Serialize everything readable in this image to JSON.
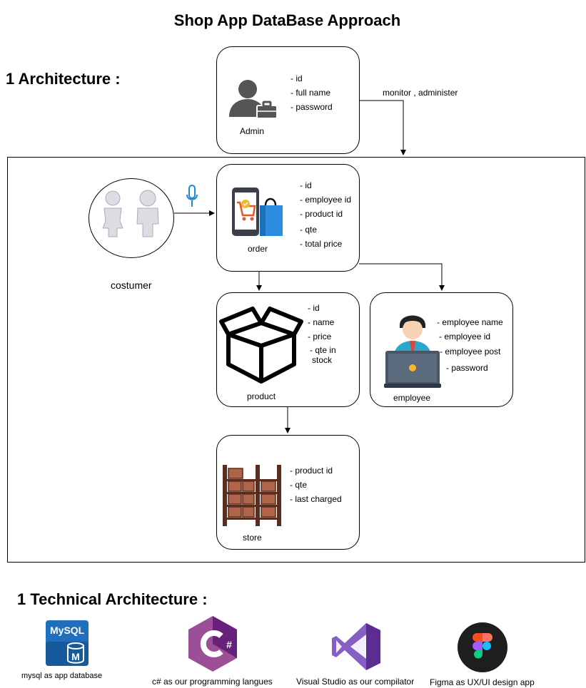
{
  "title": "Shop App DataBase Approach",
  "section1": "1 Architecture :",
  "section2": "1 Technical Architecture :",
  "admin": {
    "caption": "Admin",
    "fields": [
      "- id",
      "- full name",
      "- password"
    ]
  },
  "edge_label": "monitor , administer",
  "customer": {
    "caption": "costumer"
  },
  "order": {
    "caption": "order",
    "fields": [
      "- id",
      "- employee id",
      "- product id",
      "- qte",
      "- total price"
    ]
  },
  "product": {
    "caption": "product",
    "fields": [
      "- id",
      "- name",
      "- price",
      "- qte in",
      "stock"
    ]
  },
  "employee": {
    "caption": "employee",
    "fields": [
      "- employee name",
      "- employee id",
      "- employee post",
      "- password"
    ]
  },
  "store": {
    "caption": "store",
    "fields": [
      "- product id",
      "- qte",
      "- last charged"
    ]
  },
  "tech": [
    {
      "icon": "mysql-logo",
      "logo_text": "MySQL",
      "caption": "mysql as app database"
    },
    {
      "icon": "csharp-logo",
      "caption": "c# as our programming langues"
    },
    {
      "icon": "visual-studio-logo",
      "caption": "Visual Studio as our compilator"
    },
    {
      "icon": "figma-logo",
      "caption": "Figma as UX/UI design app"
    }
  ]
}
